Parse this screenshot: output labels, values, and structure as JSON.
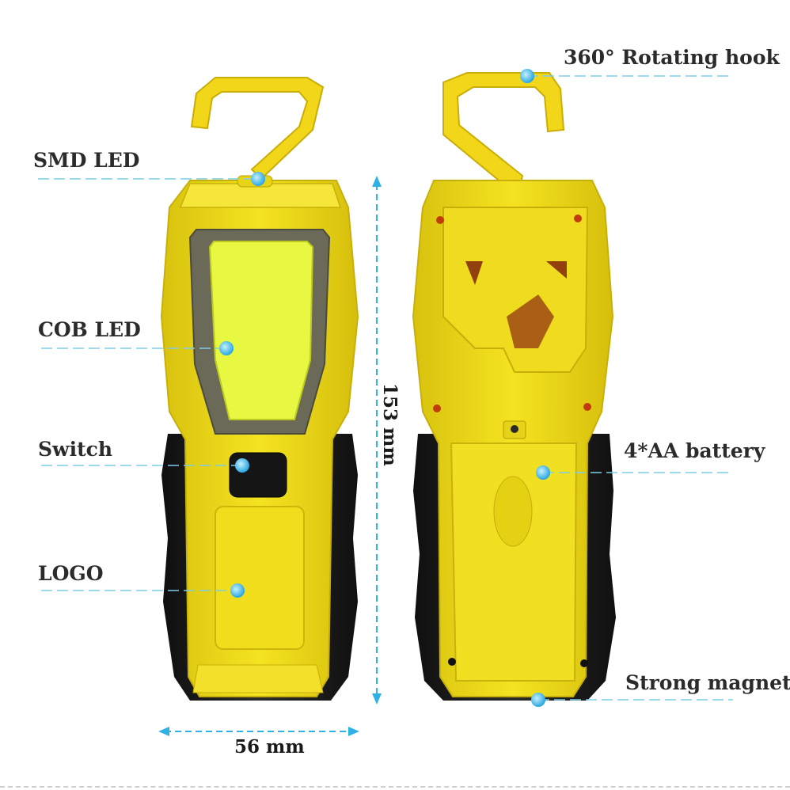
{
  "callouts": {
    "smd_led": "SMD LED",
    "cob_led": "COB LED",
    "switch": "Switch",
    "logo": "LOGO",
    "rotating_hook": "360° Rotating hook",
    "battery": "4*AA battery",
    "magnet": "Strong magnet"
  },
  "dimensions": {
    "width": "56 mm",
    "height": "153 mm"
  },
  "colors": {
    "body_yellow": "#f2e01c",
    "body_yellow_dark": "#d9c30f",
    "rubber_black": "#1c1c1c",
    "cob_panel": "#e9f74a",
    "callout_blue": "#2fb1e6"
  }
}
